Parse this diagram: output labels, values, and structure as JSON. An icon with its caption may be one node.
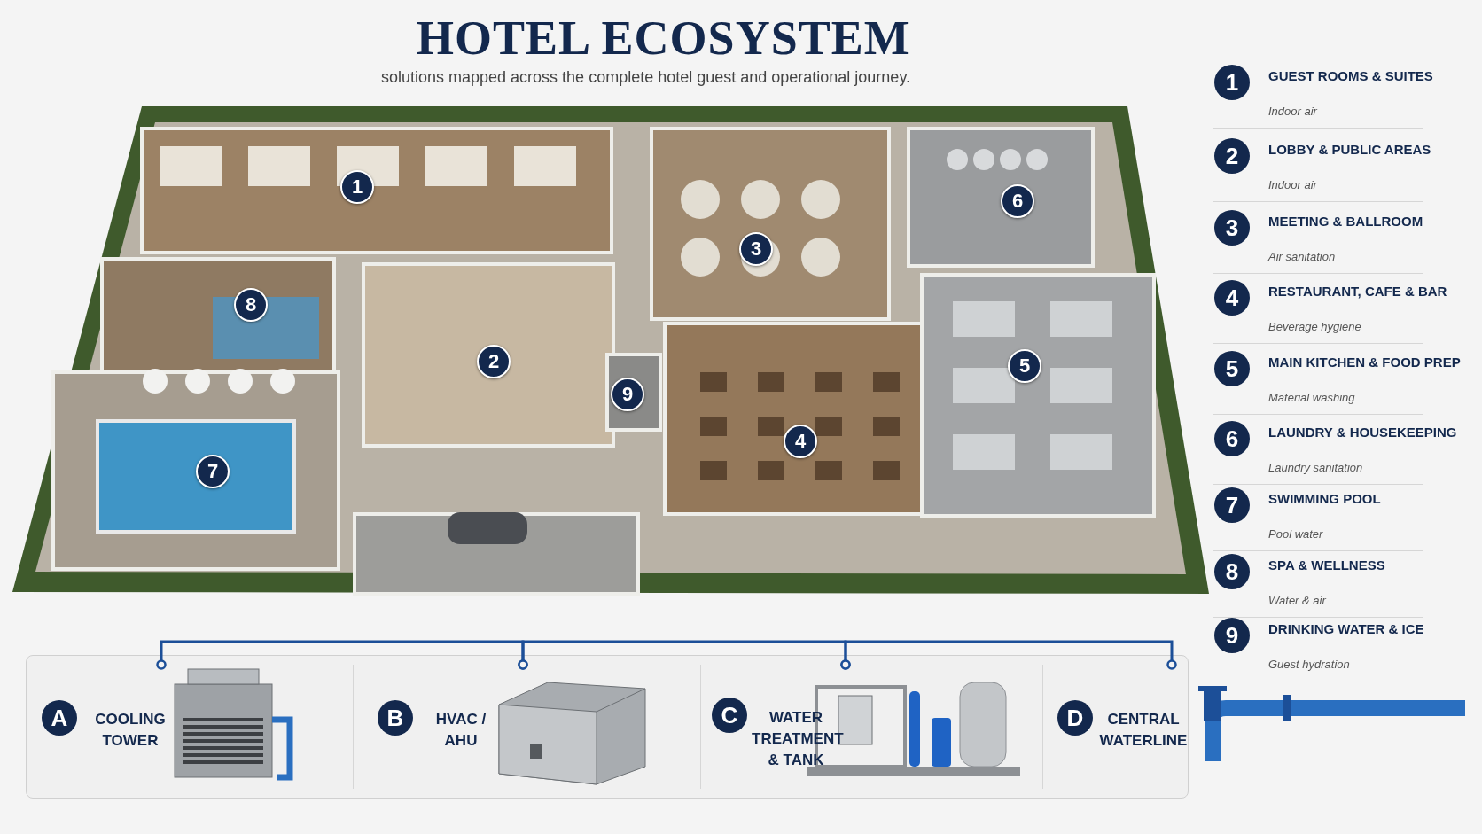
{
  "diagram": {
    "title": "HOTEL ECOSYSTEM",
    "nodes": [
      {
        "text": [
          "A",
          "COOLING TOWER"
        ]
      },
      {
        "text": [
          "B",
          "HVAC / AHU"
        ]
      },
      {
        "text": [
          "C",
          "WATER TREATMENT & TANK"
        ]
      },
      {
        "text": [
          "D",
          "CENTRAL WATERLINE"
        ]
      },
      {
        "text": [
          "1",
          "GUEST ROOMS & SUITES",
          "Indoor air"
        ]
      },
      {
        "text": [
          "2",
          "LOBBY & PUBLIC AREAS",
          "Indoor air"
        ]
      },
      {
        "text": [
          "3",
          "MEETING & BALLROOM",
          "Air sanitation"
        ]
      },
      {
        "text": [
          "4",
          "RESTAURANT, CAFE & BAR",
          "Beverage hygiene"
        ]
      },
      {
        "text": [
          "5",
          "MAIN KITCHEN & FOOD PREP",
          "Material washing"
        ]
      },
      {
        "text": [
          "6",
          "LAUNDRY & HOUSEKEEPING",
          "Laundry sanitation"
        ]
      },
      {
        "text": [
          "7",
          "SWIMMING POOL",
          "Pool water"
        ]
      },
      {
        "text": [
          "8",
          "SPA & WELLNESS",
          "Water & air"
        ]
      },
      {
        "text": [
          "9",
          "DRINKING WATER & ICE",
          "Guest hydration"
        ]
      }
    ],
    "edges": [
      {
        "from": 0,
        "to": 1,
        "arrow": "other"
      },
      {
        "from": 1,
        "to": 2,
        "arrow": "other"
      },
      {
        "from": 2,
        "to": 3,
        "arrow": "other"
      }
    ],
    "labels": [
      "solutions mapped across the complete hotel guest and operational journey.",
      "1",
      "6",
      "3",
      "8",
      "2",
      "5",
      "9",
      "4",
      "7"
    ]
  }
}
